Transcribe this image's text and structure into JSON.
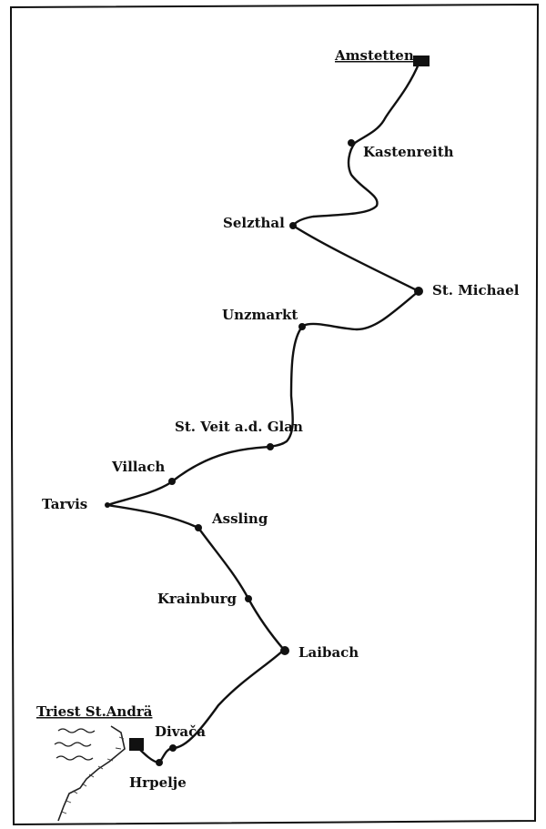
{
  "map": {
    "stations": [
      {
        "id": "amstetten",
        "name": "Amstetten",
        "terminus": true
      },
      {
        "id": "kastenreith",
        "name": "Kastenreith"
      },
      {
        "id": "selzthal",
        "name": "Selzthal"
      },
      {
        "id": "st-michael",
        "name": "St. Michael"
      },
      {
        "id": "unzmarkt",
        "name": "Unzmarkt"
      },
      {
        "id": "st-veit",
        "name": "St. Veit a.d. Glan"
      },
      {
        "id": "villach",
        "name": "Villach"
      },
      {
        "id": "tarvis",
        "name": "Tarvis"
      },
      {
        "id": "assling",
        "name": "Assling"
      },
      {
        "id": "krainburg",
        "name": "Krainburg"
      },
      {
        "id": "laibach",
        "name": "Laibach"
      },
      {
        "id": "divaca",
        "name": "Divača"
      },
      {
        "id": "hrpelje",
        "name": "Hrpelje"
      },
      {
        "id": "triest",
        "name": "Triest St.Andrä",
        "terminus": true
      }
    ]
  }
}
